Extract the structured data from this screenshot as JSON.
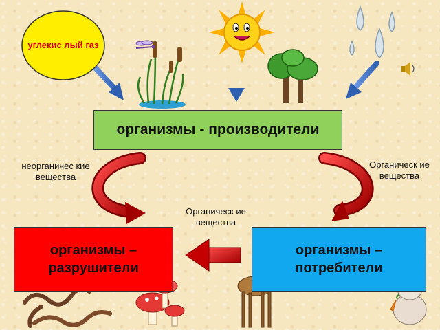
{
  "colors": {
    "background": "#f6e7c1",
    "producers_fill": "#8fd15a",
    "decomposers_fill": "#ff0000",
    "consumers_fill": "#12a8f0",
    "gas_fill": "#ffee00",
    "arrow_blue": "#4f7fd0",
    "arrow_red": "#cc0000"
  },
  "carbon_dioxide": {
    "text": "углекис лый газ"
  },
  "producers": {
    "label": "организмы - производители"
  },
  "decomposers": {
    "label": "организмы – разрушители"
  },
  "consumers": {
    "label": "организмы – потребители"
  },
  "flows": {
    "left": "неорганичес кие вещества",
    "right": "Органическ ие вещества",
    "middle": "Органическ ие вещества"
  },
  "icons": [
    "sun-icon",
    "reeds-icon",
    "dragonfly-icon",
    "trees-icon",
    "water-drops-icon",
    "speaker-icon",
    "worms-icon",
    "mushrooms-icon",
    "deer-icon",
    "rabbit-icon"
  ]
}
